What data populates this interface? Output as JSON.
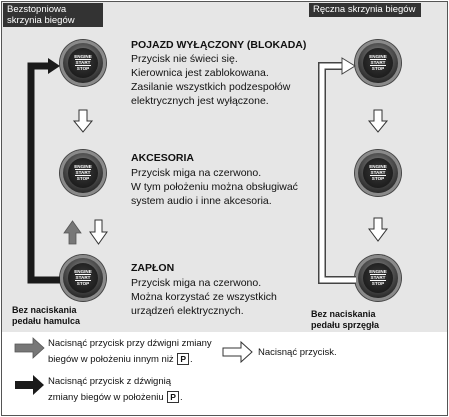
{
  "headers": {
    "left": "Bezstopniowa skrzynia biegów",
    "right": "Ręczna skrzynia biegów"
  },
  "button": {
    "top": "ENGINE",
    "mid": "START",
    "bottom": "STOP"
  },
  "states": [
    {
      "title": "POJAZD WYŁĄCZONY (BLOKADA)",
      "lines": [
        "Przycisk nie świeci się.",
        "Kierownica jest zablokowana.",
        "Zasilanie wszystkich podzespołów",
        "elektrycznych jest wyłączone."
      ]
    },
    {
      "title": "AKCESORIA",
      "lines": [
        "Przycisk miga na czerwono.",
        "W tym położeniu można obsługiwać",
        "system audio i inne akcesoria."
      ]
    },
    {
      "title": "ZAPŁON",
      "lines": [
        "Przycisk miga na czerwono.",
        "Można korzystać ze wszystkich",
        "urządzeń elektrycznych."
      ]
    }
  ],
  "side_labels": {
    "left": [
      "Bez naciskania",
      "pedału hamulca"
    ],
    "right": [
      "Bez naciskania",
      "pedału sprzęgła"
    ]
  },
  "legend": {
    "gray_arrow": [
      "Nacisnąć przycisk przy dźwigni zmiany",
      "biegów w położeniu innym niż",
      "P",
      "."
    ],
    "white_arrow": "Nacisnąć przycisk.",
    "black_arrow": [
      "Nacisnąć przycisk z dźwignią",
      "zmiany biegów w położeniu",
      "P",
      "."
    ]
  },
  "colors": {
    "panel": "#e6e6e6",
    "header": "#333333",
    "black_arrow": "#1a1a1a",
    "gray_arrow": "#7a7a7a"
  }
}
